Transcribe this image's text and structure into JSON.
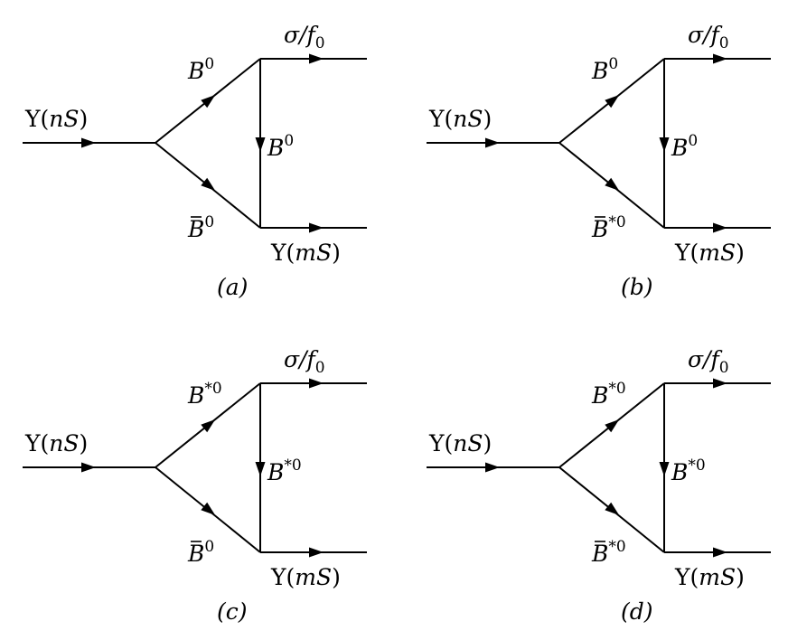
{
  "diagrams": [
    {
      "caption": "(a)",
      "incoming": "Υ(nS)",
      "upper_outgoing": "σ/f0",
      "lower_outgoing": "Υ(mS)",
      "upper_internal": {
        "base": "B",
        "bar": false,
        "sup": "0"
      },
      "lower_internal": {
        "base": "B",
        "bar": true,
        "sup": "0"
      },
      "exchanged": {
        "base": "B",
        "sup": "0"
      }
    },
    {
      "caption": "(b)",
      "incoming": "Υ(nS)",
      "upper_outgoing": "σ/f0",
      "lower_outgoing": "Υ(mS)",
      "upper_internal": {
        "base": "B",
        "bar": false,
        "sup": "0"
      },
      "lower_internal": {
        "base": "B",
        "bar": true,
        "sup": "*0"
      },
      "exchanged": {
        "base": "B",
        "sup": "0"
      }
    },
    {
      "caption": "(c)",
      "incoming": "Υ(nS)",
      "upper_outgoing": "σ/f0",
      "lower_outgoing": "Υ(mS)",
      "upper_internal": {
        "base": "B",
        "bar": false,
        "sup": "*0"
      },
      "lower_internal": {
        "base": "B",
        "bar": true,
        "sup": "0"
      },
      "exchanged": {
        "base": "B",
        "sup": "*0"
      }
    },
    {
      "caption": "(d)",
      "incoming": "Υ(nS)",
      "upper_outgoing": "σ/f0",
      "lower_outgoing": "Υ(mS)",
      "upper_internal": {
        "base": "B",
        "bar": false,
        "sup": "*0"
      },
      "lower_internal": {
        "base": "B",
        "bar": true,
        "sup": "*0"
      },
      "exchanged": {
        "base": "B",
        "sup": "*0"
      }
    }
  ]
}
